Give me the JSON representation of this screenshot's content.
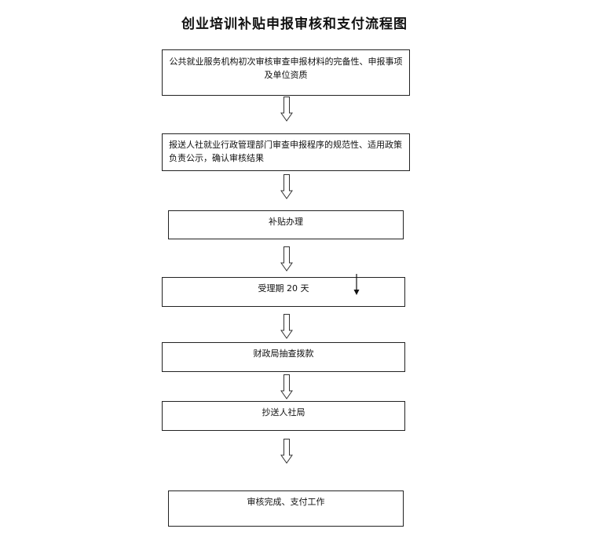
{
  "title": "创业培训补贴申报审核和支付流程图",
  "steps": [
    {
      "label": "公共就业服务机构初次审核审查申报材料的完备性、申报事项及单位资质"
    },
    {
      "label": "报送人社就业行政管理部门审查申报程序的规范性、适用政策负责公示，确认审核结果"
    },
    {
      "label": "补贴办理"
    },
    {
      "label": "受理期 20 天"
    },
    {
      "label": "财政局抽查拨款"
    },
    {
      "label": "抄送人社局"
    },
    {
      "label": "审核完成、支付工作"
    }
  ]
}
